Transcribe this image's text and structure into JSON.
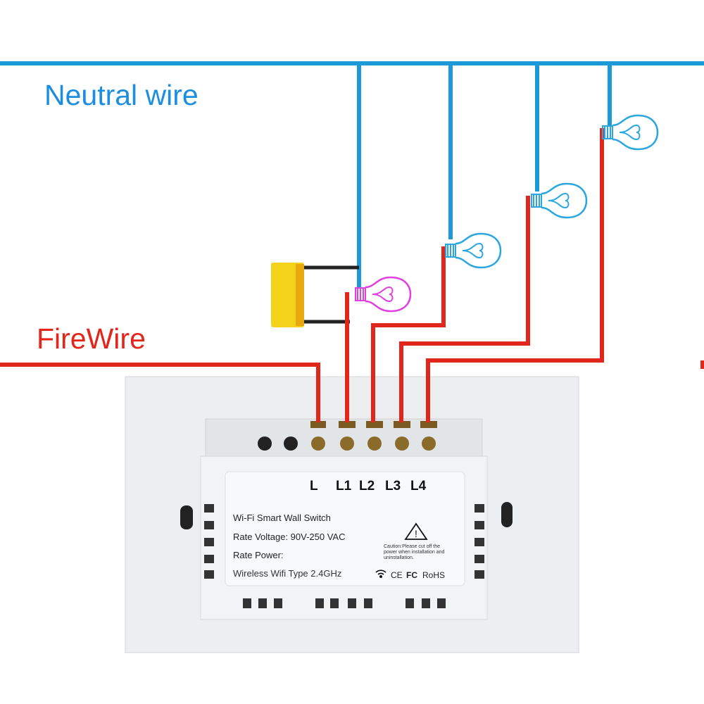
{
  "labels": {
    "neutral": "Neutral wire",
    "fire": "FireWire"
  },
  "switch": {
    "terminals": [
      "L",
      "L1",
      "L2",
      "L3",
      "L4"
    ],
    "product": "Wi-Fi Smart Wall Switch",
    "voltage": "Rate Voltage: 90V-250 VAC",
    "power": "Rate Power:",
    "wireless": "Wireless Wifi Type 2.4GHz",
    "caution": "Caution:Please cut off the power when installation and uninstallation.",
    "certs": [
      "CE",
      "FC",
      "RoHS"
    ]
  },
  "colors": {
    "neutral": "#1c9ad8",
    "fire": "#e3261c",
    "bulb_blue": "#2aa6e0",
    "bulb_pink": "#e040e0",
    "capacitor": "#f5d21a",
    "plate": "#eceef0"
  },
  "icons": [
    "light-bulb-icon",
    "capacitor",
    "warning-triangle-icon",
    "wifi-icon"
  ]
}
